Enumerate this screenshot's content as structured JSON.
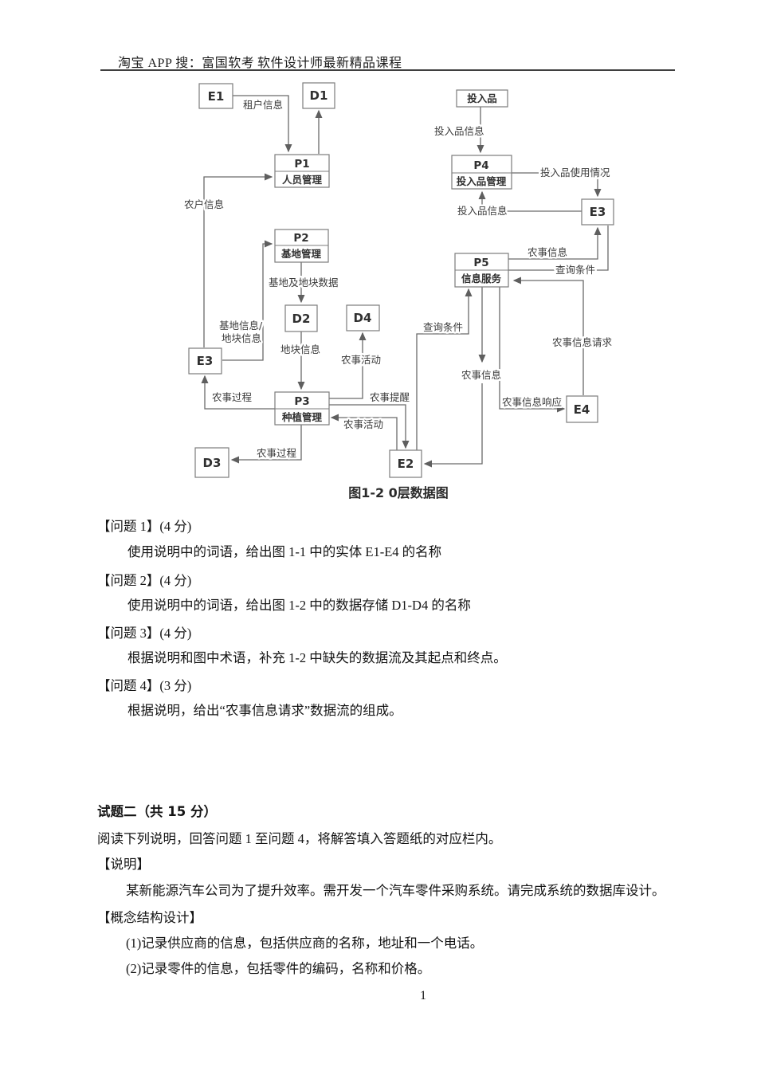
{
  "header": {
    "shop_line_left": "淘宝 APP 搜：富国软考",
    "shop_line_right": "软件设计师最新精品课程"
  },
  "diagram": {
    "caption": "图1-2 0层数据图",
    "nodes": {
      "e1": "E1",
      "d1": "D1",
      "touruping": "投入品",
      "e3_right": "E3",
      "d2": "D2",
      "d4": "D4",
      "e3_left": "E3",
      "e4": "E4",
      "d3": "D3",
      "e2": "E2",
      "p1_id": "P1",
      "p1_name": "人员管理",
      "p2_id": "P2",
      "p2_name": "基地管理",
      "p3_id": "P3",
      "p3_name": "种植管理",
      "p4_id": "P4",
      "p4_name": "投入品管理",
      "p5_id": "P5",
      "p5_name": "信息服务"
    },
    "flows": {
      "zuhu_xinxi": "租户信息",
      "nonghu_xinxi": "农户信息",
      "touruping_xinxi_in": "投入品信息",
      "touruping_shiyong": "投入品使用情况",
      "touruping_xinxi_e3": "投入品信息",
      "jidi_dikuai_shuju": "基地及地块数据",
      "jidi_xinxi_line1": "基地信息/",
      "jidi_xinxi_line2": "地块信息",
      "dikuai_xinxi": "地块信息",
      "nongshi_huodong_d4": "农事活动",
      "nongshi_guocheng_e3": "农事过程",
      "nongshi_guocheng_d3": "农事过程",
      "nongshi_tixing": "农事提醒",
      "nongshi_huodong_p3": "农事活动",
      "chaxun_tiaojian_e2": "查询条件",
      "nongshi_xinxi_e2": "农事信息",
      "nongshi_xinxi_qingqiu": "农事信息请求",
      "nongshi_xinxi_xiangying": "农事信息响应",
      "nongshi_xinxi_e3": "农事信息",
      "chaxun_tiaojian_e3": "查询条件"
    }
  },
  "questions": [
    {
      "title": "【问题 1】(4 分)",
      "body": "使用说明中的词语，给出图 1-1 中的实体 E1-E4 的名称"
    },
    {
      "title": "【问题 2】(4 分)",
      "body": "使用说明中的词语，给出图 1-2 中的数据存储 D1-D4 的名称"
    },
    {
      "title": "【问题 3】(4 分)",
      "body": "根据说明和图中术语，补充 1-2 中缺失的数据流及其起点和终点。"
    },
    {
      "title": "【问题 4】(3 分)",
      "body": "根据说明，给出“农事信息请求”数据流的组成。"
    }
  ],
  "section2": {
    "title": "试题二（共 15 分）",
    "intro": "阅读下列说明，回答问题 1 至问题 4，将解答填入答题纸的对应栏内。",
    "shuoming_label": "【说明】",
    "shuoming_body": "某新能源汽车公司为了提升效率。需开发一个汽车零件采购系统。请完成系统的数据库设计。",
    "concept_label": "【概念结构设计】",
    "items": [
      "(1)记录供应商的信息，包括供应商的名称，地址和一个电话。",
      "(2)记录零件的信息，包括零件的编码，名称和价格。"
    ]
  },
  "page_number": "1"
}
